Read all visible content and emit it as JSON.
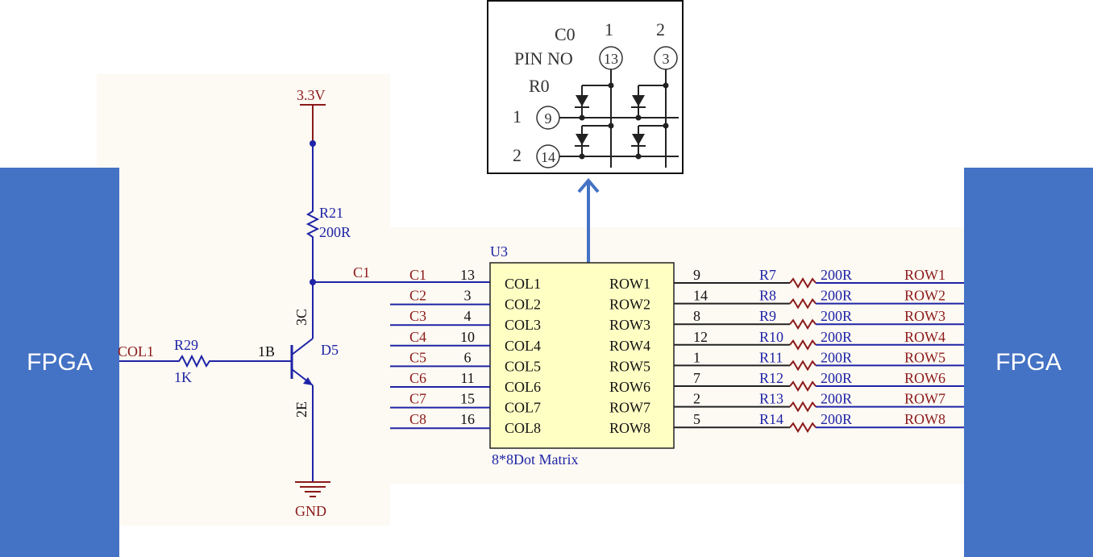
{
  "fpga_left_label": "FPGA",
  "fpga_right_label": "FPGA",
  "inset": {
    "c0": "C0",
    "col1": "1",
    "col2": "2",
    "pin_no": "PIN NO",
    "pin13": "13",
    "pin3": "3",
    "r0": "R0",
    "row1": "1",
    "row2": "2",
    "pin9": "9",
    "pin14": "14"
  },
  "power": {
    "vcc": "3.3V",
    "gnd": "GND"
  },
  "r21": {
    "ref": "R21",
    "value": "200R"
  },
  "r29": {
    "ref": "R29",
    "value": "1K"
  },
  "transistor": {
    "ref": "D5",
    "base": "1B",
    "collector": "3C",
    "emitter": "2E"
  },
  "net_c1": "C1",
  "col1_net": "COL1",
  "u3": {
    "ref": "U3",
    "name": "8*8Dot Matrix",
    "left_pins": [
      {
        "net": "C1",
        "num": "13",
        "name": "COL1"
      },
      {
        "net": "C2",
        "num": "3",
        "name": "COL2"
      },
      {
        "net": "C3",
        "num": "4",
        "name": "COL3"
      },
      {
        "net": "C4",
        "num": "10",
        "name": "COL4"
      },
      {
        "net": "C5",
        "num": "6",
        "name": "COL5"
      },
      {
        "net": "C6",
        "num": "11",
        "name": "COL6"
      },
      {
        "net": "C7",
        "num": "15",
        "name": "COL7"
      },
      {
        "net": "C8",
        "num": "16",
        "name": "COL8"
      }
    ],
    "right_pins": [
      {
        "name": "ROW1",
        "num": "9",
        "res": "R7",
        "val": "200R",
        "net": "ROW1"
      },
      {
        "name": "ROW2",
        "num": "14",
        "res": "R8",
        "val": "200R",
        "net": "ROW2"
      },
      {
        "name": "ROW3",
        "num": "8",
        "res": "R9",
        "val": "200R",
        "net": "ROW3"
      },
      {
        "name": "ROW4",
        "num": "12",
        "res": "R10",
        "val": "200R",
        "net": "ROW4"
      },
      {
        "name": "ROW5",
        "num": "1",
        "res": "R11",
        "val": "200R",
        "net": "ROW5"
      },
      {
        "name": "ROW6",
        "num": "7",
        "res": "R12",
        "val": "200R",
        "net": "ROW6"
      },
      {
        "name": "ROW7",
        "num": "2",
        "res": "R13",
        "val": "200R",
        "net": "ROW7"
      },
      {
        "name": "ROW8",
        "num": "5",
        "res": "R14",
        "val": "200R",
        "net": "ROW8"
      }
    ]
  },
  "colors": {
    "wire_blue": "#1e24a6",
    "label_red": "#8b1a1a",
    "fpga_blue": "#4472c4",
    "chip_fill": "#ffffc4"
  }
}
